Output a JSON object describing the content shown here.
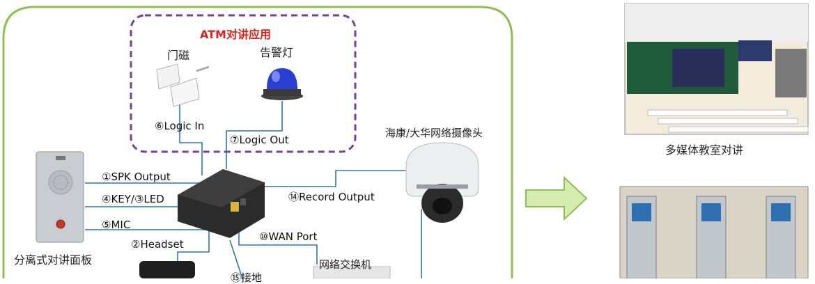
{
  "atm_group": {
    "title": "ATM对讲应用",
    "door_sensor": "门磁",
    "alarm_light": "告警灯"
  },
  "links": {
    "logic_in": "⑥Logic In",
    "logic_out": "⑦Logic Out",
    "spk_output": "①SPK Output",
    "key_led": "④KEY/③LED",
    "mic": "⑤MIC",
    "headset": "②Headset",
    "wan_port": "⑩WAN Port",
    "record_output": "⑭Record Output",
    "ground": "⑮接地"
  },
  "devices": {
    "camera": "海康/大华网络摄像头",
    "intercom_panel": "分离式对讲面板",
    "network_switch": "网络交换机"
  },
  "applications": {
    "classroom_caption": "多媒体教室对讲"
  },
  "colors": {
    "green_border": "#8cc152",
    "dashed_purple": "#7b3f8f",
    "wire_blue": "#2e75b6",
    "atm_title_red": "#e0201b",
    "arrow_fill": "#d4ecb0",
    "arrow_stroke": "#8cc152"
  }
}
